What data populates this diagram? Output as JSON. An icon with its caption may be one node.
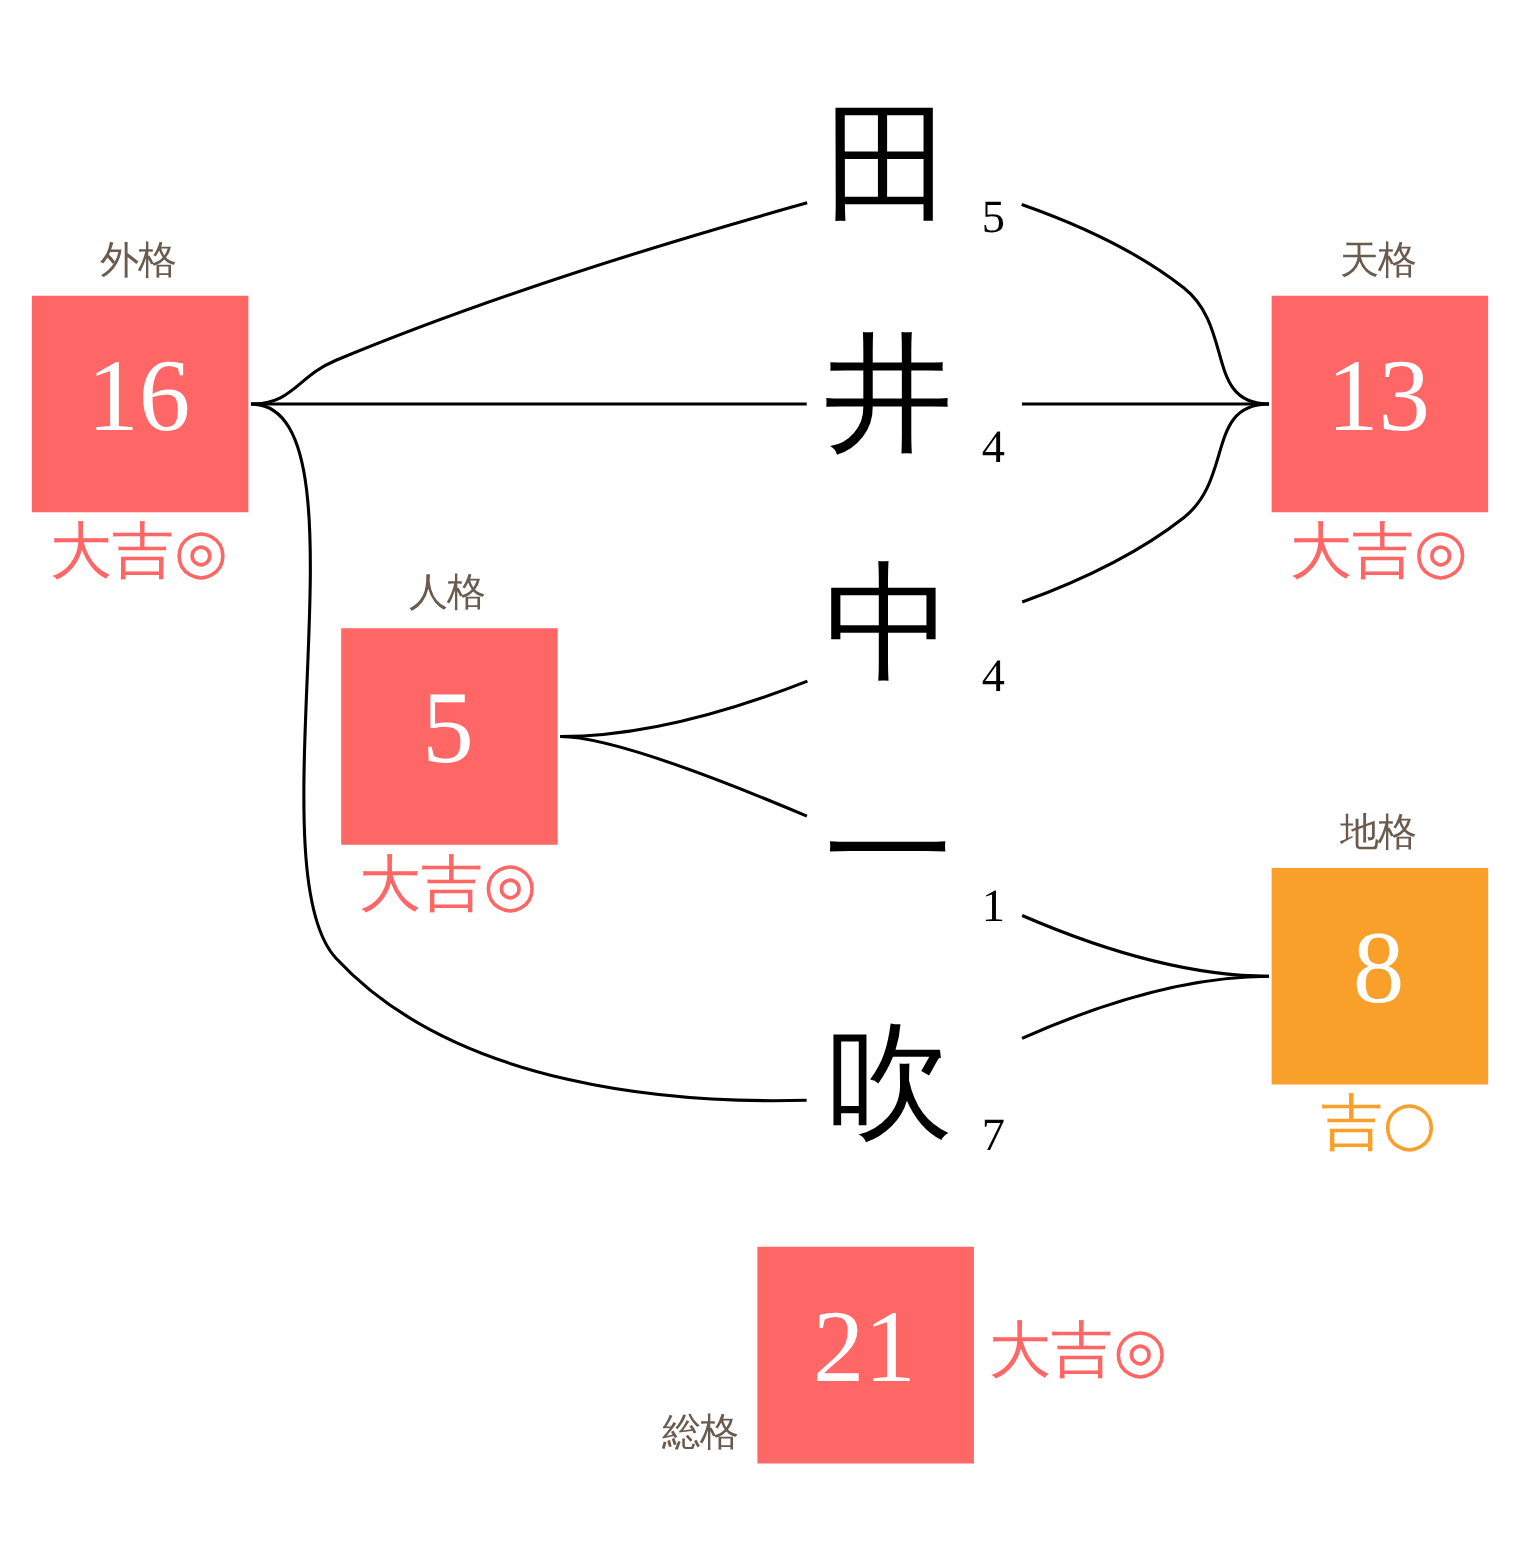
{
  "diagram": {
    "nodes": [
      {
        "text": [
          "外格",
          "16"
        ],
        "beside": [
          "大吉◎"
        ]
      },
      {
        "text": [
          "田"
        ],
        "beside": [
          "5"
        ]
      },
      {
        "text": [
          "天格",
          "13"
        ],
        "beside": [
          "大吉◎"
        ]
      },
      {
        "text": [
          "井"
        ],
        "beside": [
          "4"
        ]
      },
      {
        "text": [
          "中"
        ],
        "beside": [
          "4"
        ]
      },
      {
        "text": [
          "人格",
          "5"
        ],
        "beside": [
          "大吉◎"
        ]
      },
      {
        "text": [
          "一"
        ],
        "beside": [
          "1"
        ]
      },
      {
        "text": [
          "地格",
          "8"
        ],
        "beside": [
          "吉○"
        ]
      },
      {
        "text": [
          "吹"
        ],
        "beside": [
          "7"
        ]
      },
      {
        "text": [
          "総格",
          "21"
        ],
        "beside": [
          "大吉◎"
        ]
      }
    ],
    "edges": [
      {
        "from": 0,
        "to": 1,
        "arrow": "none"
      },
      {
        "from": 0,
        "to": 3,
        "arrow": "none"
      },
      {
        "from": 0,
        "to": 8,
        "arrow": "none"
      },
      {
        "from": 1,
        "to": 2,
        "arrow": "none"
      },
      {
        "from": 3,
        "to": 2,
        "arrow": "none"
      },
      {
        "from": 4,
        "to": 2,
        "arrow": "none"
      },
      {
        "from": 5,
        "to": 4,
        "arrow": "none"
      },
      {
        "from": 5,
        "to": 6,
        "arrow": "none"
      },
      {
        "from": 6,
        "to": 7,
        "arrow": "none"
      },
      {
        "from": 8,
        "to": 7,
        "arrow": "none"
      }
    ]
  }
}
